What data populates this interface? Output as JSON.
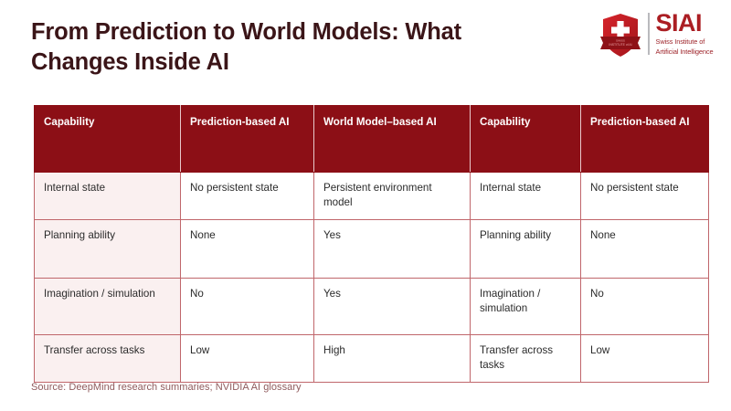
{
  "slide": {
    "title": "From Prediction to World Models: What Changes Inside AI",
    "source_note": "Source: DeepMind research summaries; NVIDIA AI glossary"
  },
  "logo": {
    "name": "SIAI",
    "wordmark": "SIAI",
    "subtitle_line1": "Swiss Institute of",
    "subtitle_line2": "Artificial Intelligence",
    "shield_alt": "swiss-cross-shield",
    "brand_color": "#AB1E23"
  },
  "theme": {
    "header_bg": "#8C0F16",
    "header_text": "#FFFFFF",
    "first_column_bg": "#FAF0F0",
    "cell_border": "#C0666B",
    "title_color": "#3B1518",
    "source_color": "#8F5A5C"
  },
  "table": {
    "columns": [
      "Capability",
      "Prediction-based AI",
      "World Model–based AI",
      "Capability",
      "Prediction-based AI"
    ],
    "rows": [
      [
        "Internal state",
        "No persistent state",
        "Persistent environment model",
        "Internal state",
        "No persistent state"
      ],
      [
        "Planning ability",
        "None",
        "Yes",
        "Planning ability",
        "None"
      ],
      [
        "Imagination / simulation",
        "No",
        "Yes",
        "Imagination / simulation",
        "No"
      ],
      [
        "Transfer across tasks",
        "Low",
        "High",
        "Transfer across tasks",
        "Low"
      ]
    ]
  }
}
